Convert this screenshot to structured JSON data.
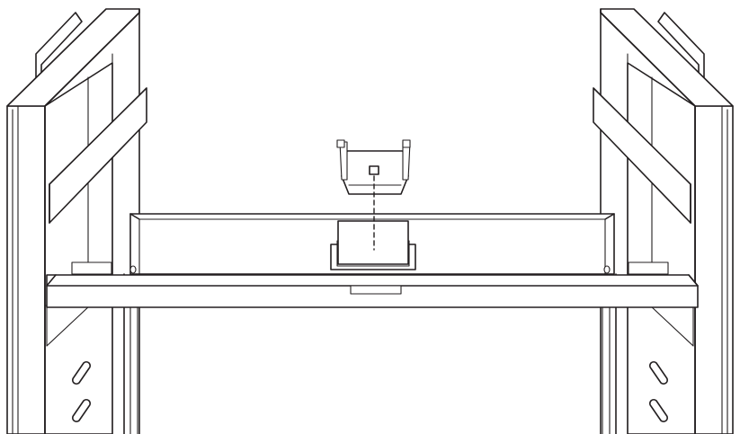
{
  "figure": {
    "type": "line-art installation diagram",
    "colors": {
      "line": "#231f20",
      "background": "#ffffff"
    },
    "components": [
      "left-rack-post",
      "right-rack-post",
      "crossbar",
      "rear-rail",
      "mounting-clip",
      "mounting-block",
      "alignment-guide"
    ]
  }
}
